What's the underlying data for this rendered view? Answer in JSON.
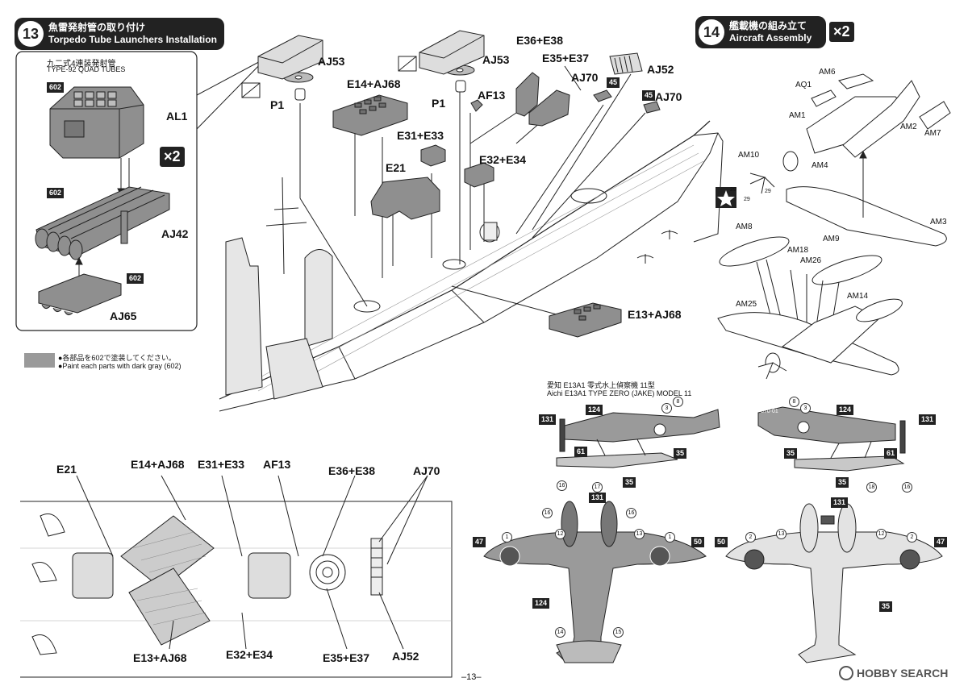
{
  "step13": {
    "number": "13",
    "title_jp": "魚雷発射管の取り付け",
    "title_en": "Torpedo Tube Launchers Installation",
    "inset_title_jp": "九二式4連装発射管",
    "inset_title_en": "TYPE-92 QUAD TUBES",
    "multiplier": "×2",
    "parts": {
      "al1": "AL1",
      "aj42": "AJ42",
      "aj65": "AJ65",
      "aj53": "AJ53",
      "p1": "P1"
    },
    "color_code": "602",
    "paint_note_jp": "●各部品を602で塗装してください。",
    "paint_note_en": "●Paint each parts with dark gray (602)"
  },
  "step14": {
    "number": "14",
    "title_jp": "艦載機の組み立て",
    "title_en": "Aircraft Assembly",
    "multiplier": "×2",
    "parts": [
      "AM6",
      "AQ1",
      "AM1",
      "AM2",
      "AM7",
      "AM10",
      "AM4",
      "AM3",
      "AM8",
      "AM18",
      "AM26",
      "AM9",
      "AM14",
      "AM25"
    ],
    "decal_29": "29"
  },
  "deck_parts": {
    "e36_e38": "E36+E38",
    "e35_e37": "E35+E37",
    "aj52": "AJ52",
    "aj70": "AJ70",
    "af13": "AF13",
    "e14_aj68": "E14+AJ68",
    "e31_e33": "E31+E33",
    "e32_e34": "E32+E34",
    "e21": "E21",
    "e13_aj68": "E13+AJ68",
    "code45": "45"
  },
  "aircraft": {
    "title_jp": "愛知 E13A1 零式水上偵察機 11型",
    "title_en": "Aichi E13A1 TYPE ZERO (JAKE) MODEL 11",
    "tail_code": "370-01",
    "decals": [
      "131",
      "124",
      "61",
      "35",
      "8",
      "3",
      "16",
      "17",
      "18",
      "12",
      "13",
      "1",
      "2",
      "47",
      "50",
      "14",
      "15"
    ]
  },
  "plan": {
    "labels": [
      "E21",
      "E14+AJ68",
      "E31+E33",
      "AF13",
      "E36+E38",
      "AJ70",
      "E13+AJ68",
      "E32+E34",
      "E35+E37",
      "AJ52"
    ]
  },
  "footer": {
    "page": "–13–",
    "brand": "HOBBY SEARCH"
  }
}
